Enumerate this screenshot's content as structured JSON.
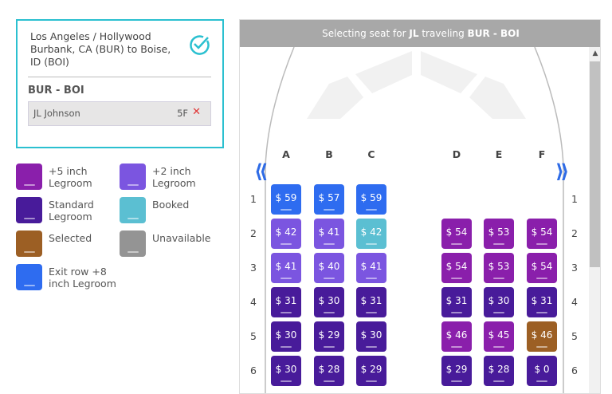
{
  "trip": {
    "route_prefix": "Los Angeles / Hollywood Burbank, CA (BUR)",
    "route_to": "to",
    "route_dest": "Boise, ID (BOI)",
    "leg": "BUR - BOI",
    "passenger": "JL Johnson",
    "seat": "5F",
    "remove": "✕"
  },
  "legend": [
    {
      "label": "+5 inch Legroom",
      "color": "#8a1fab"
    },
    {
      "label": "+2 inch Legroom",
      "color": "#7b55e0"
    },
    {
      "label": "Standard Legroom",
      "color": "#481b9a"
    },
    {
      "label": "Booked",
      "color": "#5bbfd2"
    },
    {
      "label": "Selected",
      "color": "#9c5f24"
    },
    {
      "label": "Unavailable",
      "color": "#949494"
    },
    {
      "label": "Exit row +8 inch Legroom",
      "color": "#2e6cf0"
    }
  ],
  "seatmap": {
    "header_prefix": "Selecting seat for",
    "header_name": "JL",
    "header_mid": "traveling",
    "header_leg": "BUR - BOI",
    "columns": [
      "A",
      "B",
      "C",
      "D",
      "E",
      "F"
    ],
    "rows": [
      {
        "num": "1",
        "seats": [
          {
            "p": "$ 59",
            "t": "exit"
          },
          {
            "p": "$ 57",
            "t": "exit"
          },
          {
            "p": "$ 59",
            "t": "exit"
          },
          null,
          null,
          null
        ]
      },
      {
        "num": "2",
        "seats": [
          {
            "p": "$ 42",
            "t": "plus2"
          },
          {
            "p": "$ 41",
            "t": "plus2"
          },
          {
            "p": "$ 42",
            "t": "booked"
          },
          {
            "p": "$ 54",
            "t": "plus5"
          },
          {
            "p": "$ 53",
            "t": "plus5"
          },
          {
            "p": "$ 54",
            "t": "plus5"
          }
        ]
      },
      {
        "num": "3",
        "seats": [
          {
            "p": "$ 41",
            "t": "plus2"
          },
          {
            "p": "$ 40",
            "t": "plus2"
          },
          {
            "p": "$ 41",
            "t": "plus2"
          },
          {
            "p": "$ 54",
            "t": "plus5"
          },
          {
            "p": "$ 53",
            "t": "plus5"
          },
          {
            "p": "$ 54",
            "t": "plus5"
          }
        ]
      },
      {
        "num": "4",
        "seats": [
          {
            "p": "$ 31",
            "t": "standard"
          },
          {
            "p": "$ 30",
            "t": "standard"
          },
          {
            "p": "$ 31",
            "t": "standard"
          },
          {
            "p": "$ 31",
            "t": "standard"
          },
          {
            "p": "$ 30",
            "t": "standard"
          },
          {
            "p": "$ 31",
            "t": "standard"
          }
        ]
      },
      {
        "num": "5",
        "seats": [
          {
            "p": "$ 30",
            "t": "standard"
          },
          {
            "p": "$ 29",
            "t": "standard"
          },
          {
            "p": "$ 30",
            "t": "standard"
          },
          {
            "p": "$ 46",
            "t": "plus5"
          },
          {
            "p": "$ 45",
            "t": "plus5"
          },
          {
            "p": "$ 46",
            "t": "selected"
          }
        ]
      },
      {
        "num": "6",
        "seats": [
          {
            "p": "$ 30",
            "t": "standard"
          },
          {
            "p": "$ 28",
            "t": "standard"
          },
          {
            "p": "$ 29",
            "t": "standard"
          },
          {
            "p": "$ 29",
            "t": "standard"
          },
          {
            "p": "$ 28",
            "t": "standard"
          },
          {
            "p": "$ 0",
            "t": "standard"
          }
        ]
      }
    ],
    "type_colors": {
      "exit": "#2e6cf0",
      "plus5": "#8a1fab",
      "plus2": "#7b55e0",
      "standard": "#481b9a",
      "booked": "#5bbfd2",
      "selected": "#9c5f24",
      "unavailable": "#949494"
    }
  }
}
